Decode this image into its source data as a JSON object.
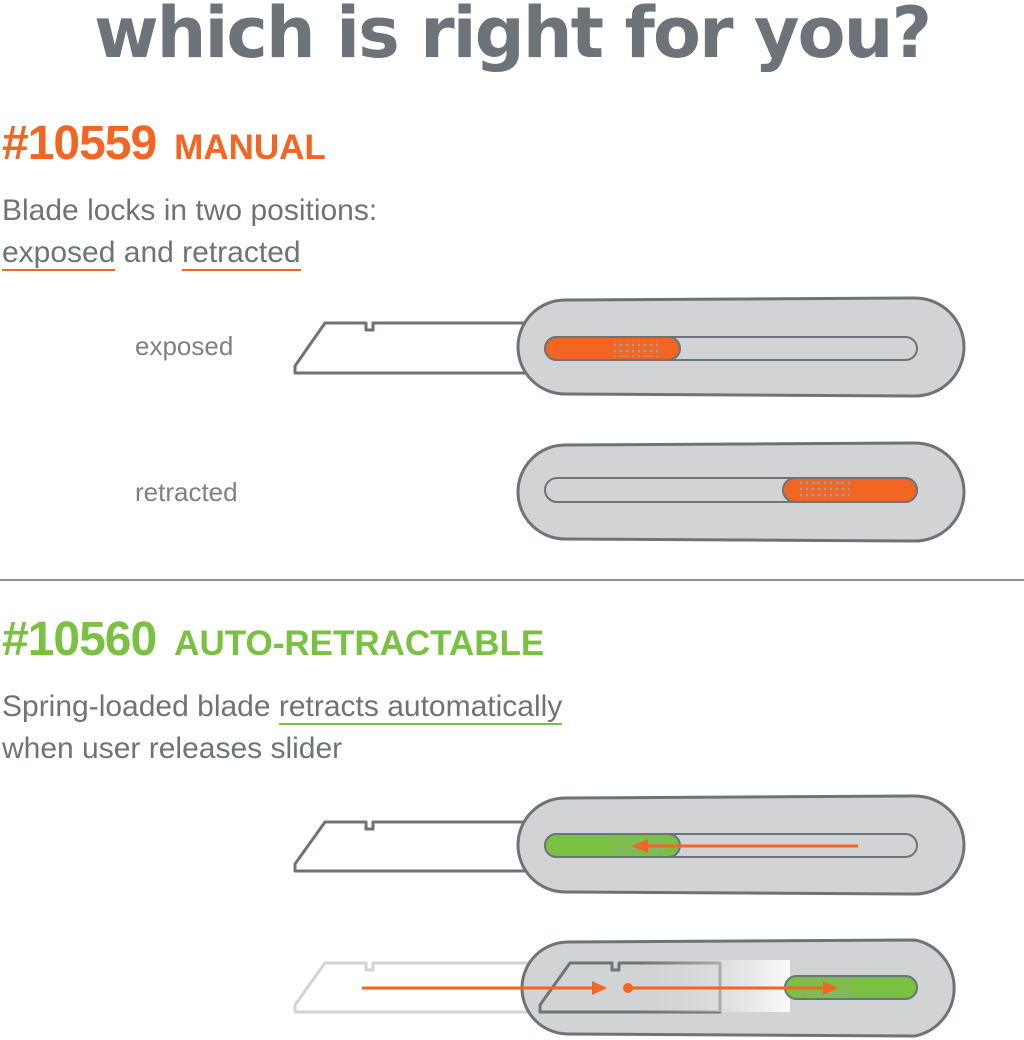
{
  "title": "which is right for you?",
  "colors": {
    "orange": "#f26522",
    "green": "#7ac143",
    "gray": "#6d7479",
    "handle": "#d1d3d4"
  },
  "manual": {
    "number": "#10559",
    "name": "MANUAL",
    "description_line1": "Blade locks in two positions:",
    "exposed_word": "exposed",
    "and_word": " and ",
    "retracted_word": "retracted",
    "states": [
      {
        "label": "exposed"
      },
      {
        "label": "retracted"
      }
    ]
  },
  "auto": {
    "number": "#10560",
    "name": "AUTO-RETRACTABLE",
    "description_prefix": "Spring-loaded blade ",
    "description_highlight": "retracts automatically",
    "description_line2": "when user releases slider"
  }
}
